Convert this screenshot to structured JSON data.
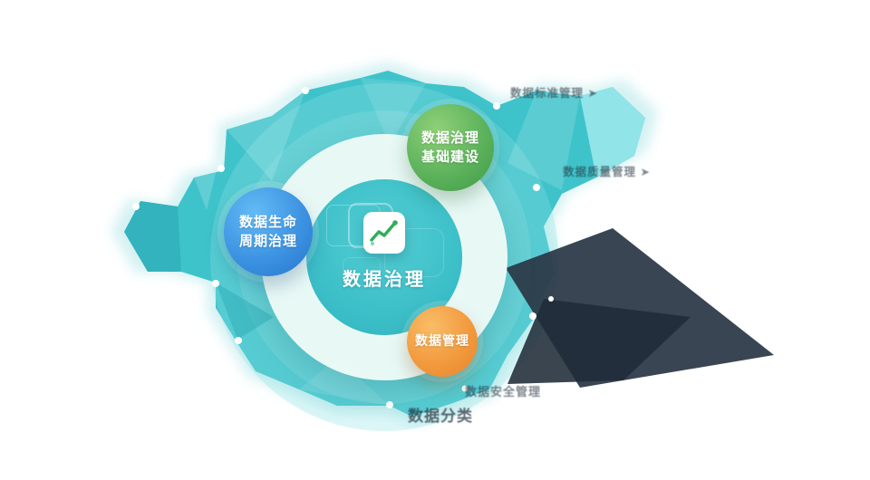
{
  "diagram": {
    "title": "数据治理",
    "center": {
      "label": "数据治理",
      "icon": "trend-chart-icon"
    },
    "nodes": [
      {
        "id": "foundation",
        "lines": [
          "数据治理",
          "基础建设"
        ],
        "color": "#4aa64f"
      },
      {
        "id": "lifecycle",
        "lines": [
          "数据生命",
          "周期治理"
        ],
        "color": "#2e7fd6"
      },
      {
        "id": "management",
        "lines": [
          "数据管理"
        ],
        "color": "#ee8a35"
      }
    ],
    "ghost_labels": [
      {
        "text": "数据标准管理 ➤"
      },
      {
        "text": "数据质量管理 ➤"
      },
      {
        "text": "数据安全管理"
      },
      {
        "text": "数据分类"
      }
    ],
    "colors": {
      "blob": "#3fc3cb",
      "ring": "#ecfaf6",
      "disc": "#3cbfc8",
      "dark_facet": "#2d3947",
      "icon_stroke": "#2fae5a"
    }
  }
}
